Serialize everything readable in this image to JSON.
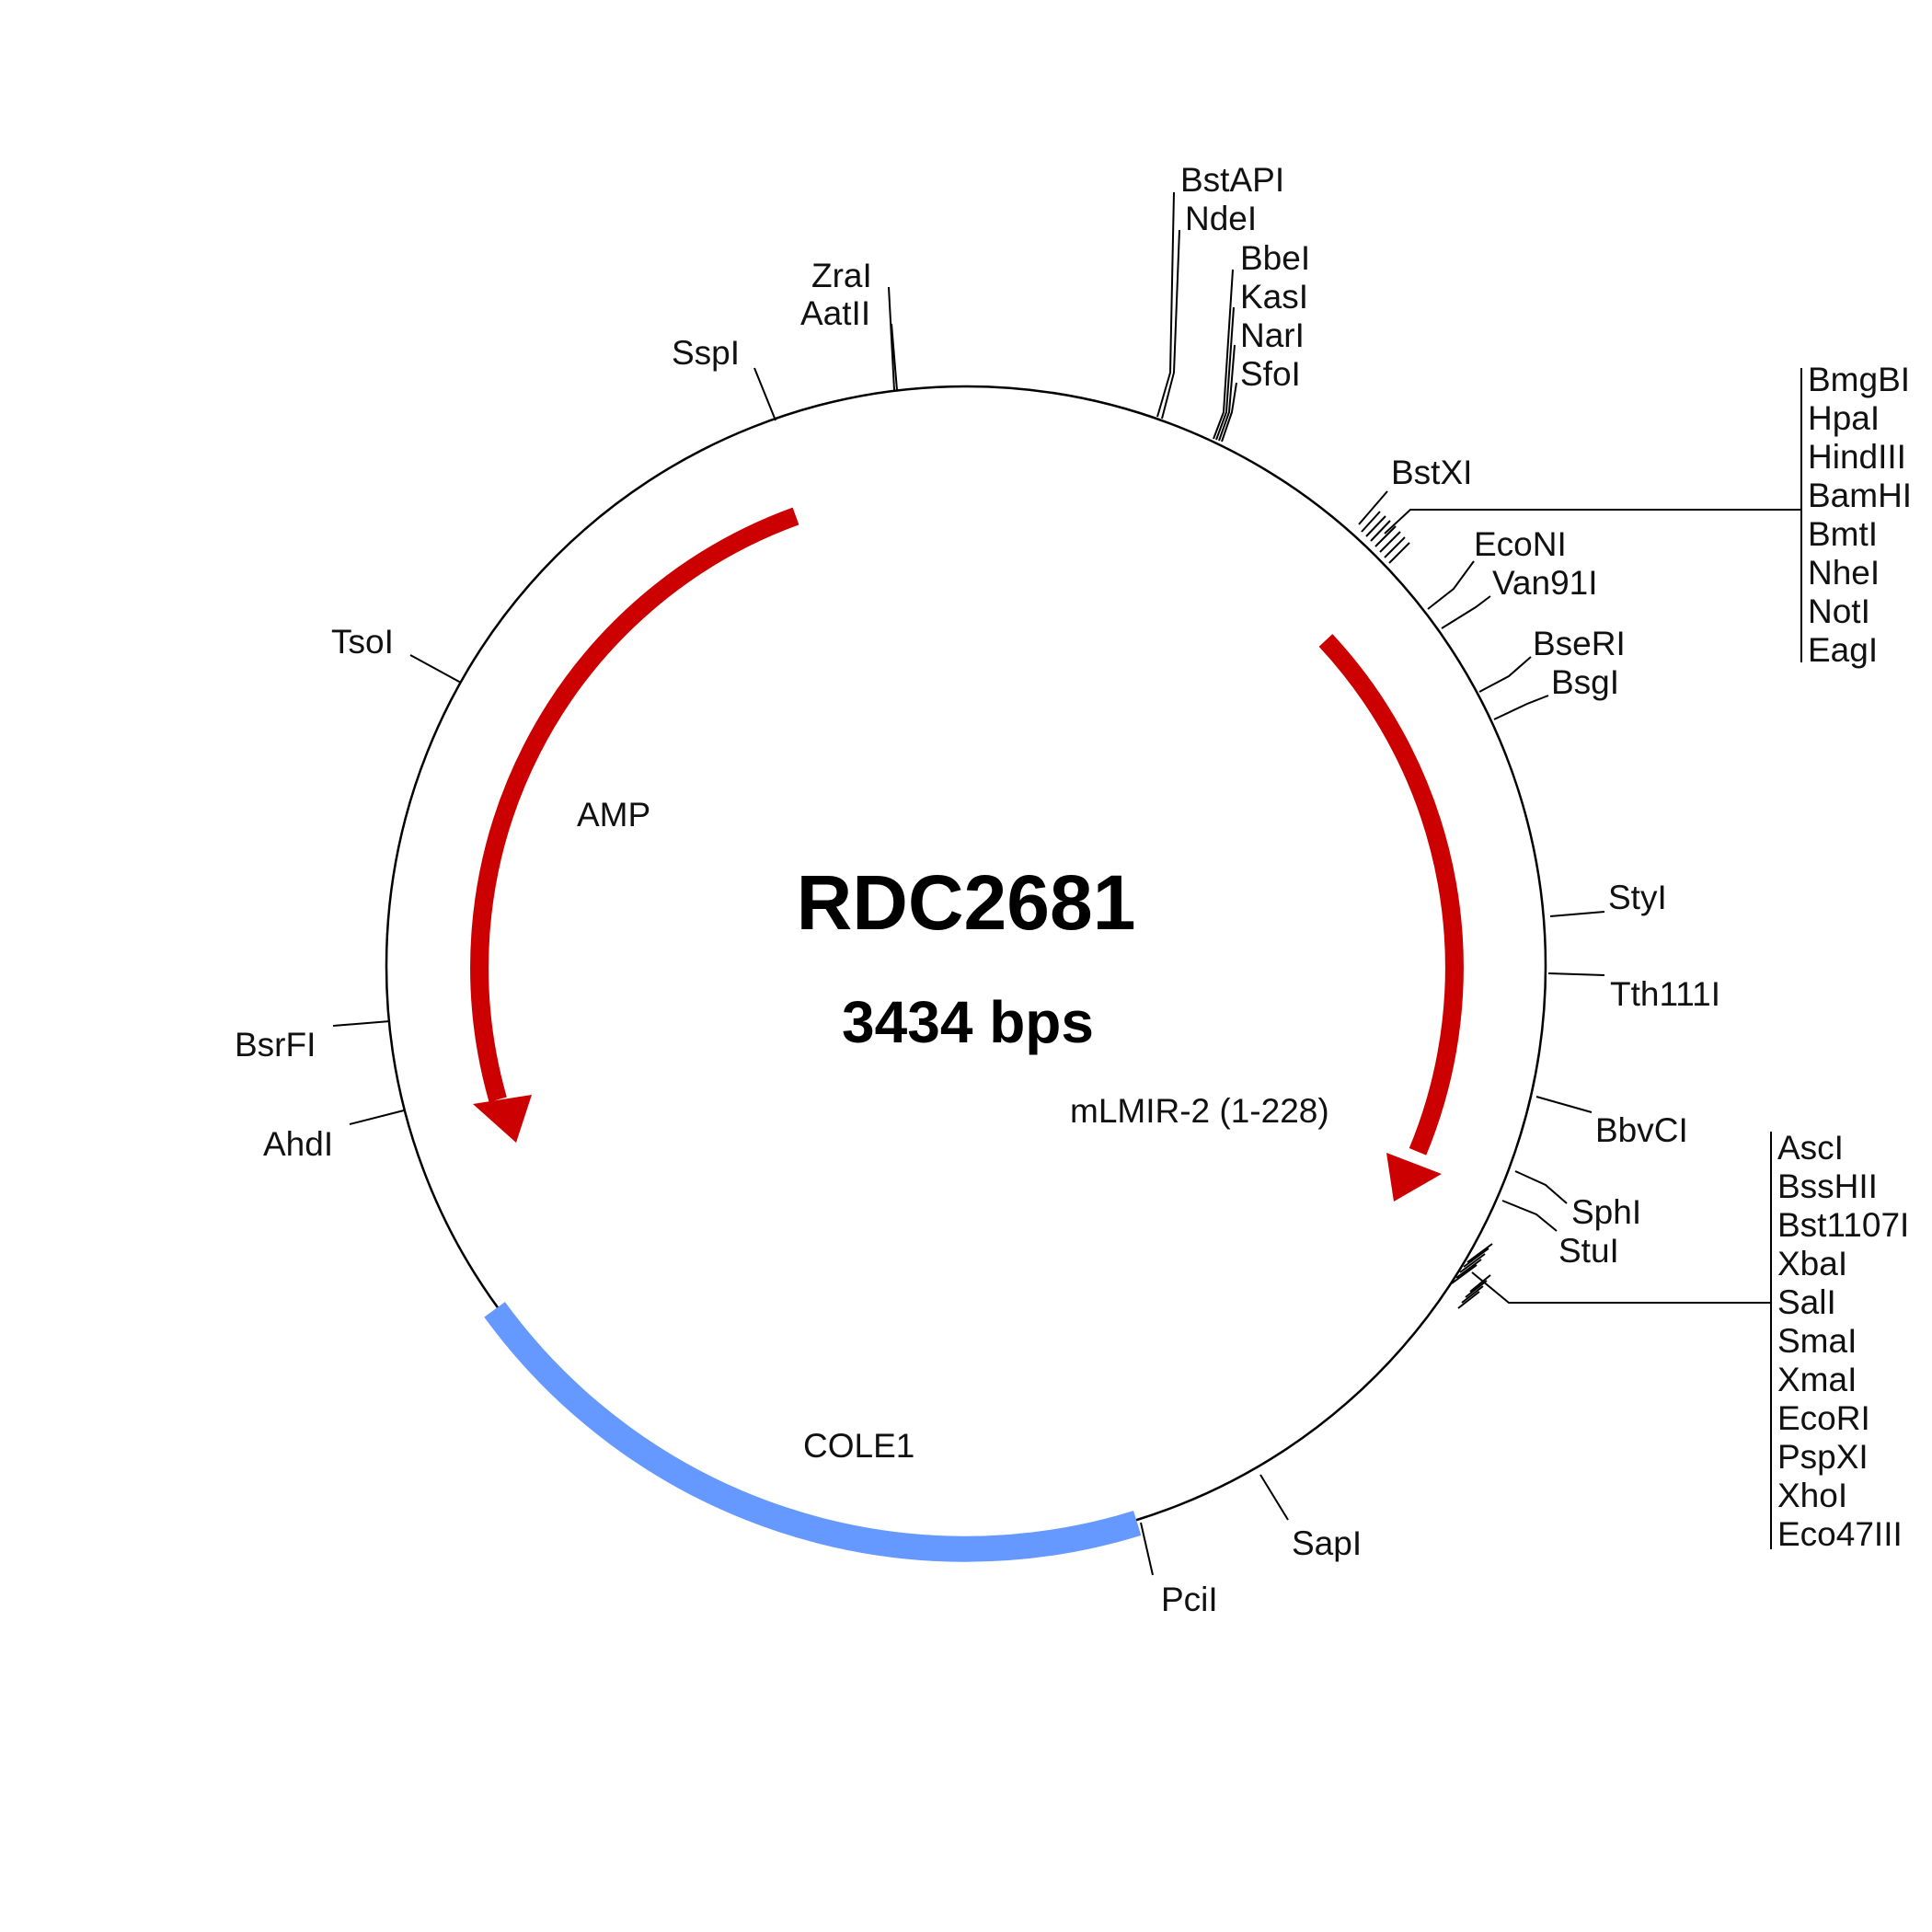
{
  "plasmid": {
    "name": "RDC2681",
    "size_label": "3434 bps",
    "colors": {
      "backbone": "#000000",
      "gene_arrow": "#cc0000",
      "origin": "#6699ff"
    }
  },
  "features": [
    {
      "name": "AMP",
      "type": "gene-arrow",
      "color": "#cc0000"
    },
    {
      "name": "mLMIR-2 (1-228)",
      "type": "gene-arrow",
      "color": "#cc0000"
    },
    {
      "name": "COLE1",
      "type": "origin",
      "color": "#6699ff"
    }
  ],
  "sites": [
    "BstAPI",
    "NdeI",
    "BbeI",
    "KasI",
    "NarI",
    "SfoI",
    "ZraI",
    "AatII",
    "SspI",
    "BmgBI",
    "HpaI",
    "HindIII",
    "BamHI",
    "BmtI",
    "NheI",
    "NotI",
    "EagI",
    "BstXI",
    "EcoNI",
    "Van91I",
    "BseRI",
    "BsgI",
    "TsoI",
    "StyI",
    "Tth111I",
    "BsrFI",
    "AhdI",
    "BbvCI",
    "SphI",
    "StuI",
    "AscI",
    "BssHII",
    "Bst1107I",
    "XbaI",
    "SalI",
    "SmaI",
    "XmaI",
    "EcoRI",
    "PspXI",
    "XhoI",
    "Eco47III",
    "SapI",
    "PciI"
  ]
}
